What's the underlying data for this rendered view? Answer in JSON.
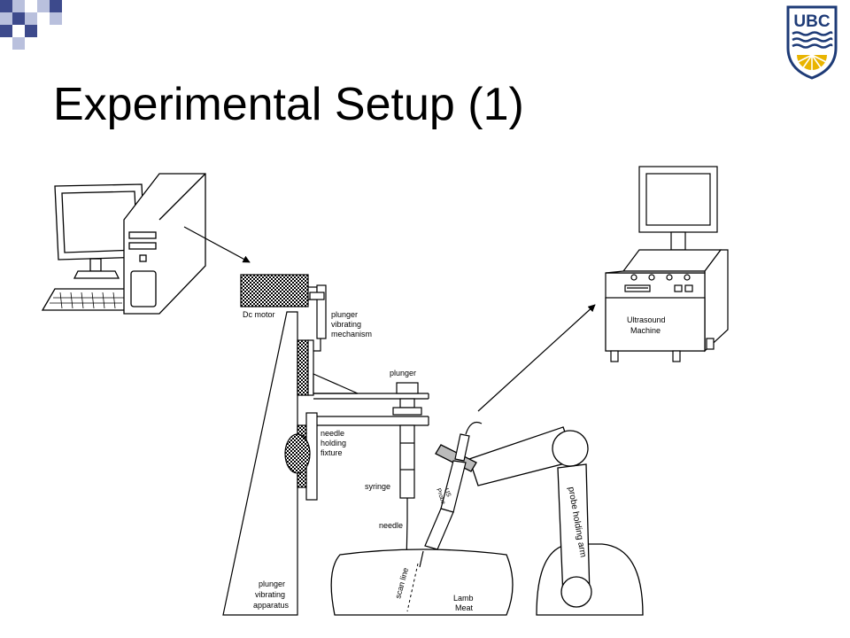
{
  "slide": {
    "title": "Experimental Setup (1)",
    "logo_text": "UBC"
  },
  "colors": {
    "corner_dark": "#3d4a8c",
    "corner_light": "#b9c0dd",
    "logo_blue": "#1e3b77",
    "logo_gold": "#e9b400"
  },
  "diagram": {
    "labels": {
      "dc_motor": "Dc motor",
      "plunger_mech": [
        "plunger",
        "vibrating",
        "mechanism"
      ],
      "plunger": "plunger",
      "needle_fixture": [
        "needle",
        "holding",
        "fixture"
      ],
      "syringe": "syringe",
      "needle": "needle",
      "us_probe": [
        "US",
        "Probe"
      ],
      "probe_arm": "probe holding arm",
      "scan_line": "scan line",
      "lamb_meat": [
        "Lamb",
        "Meat"
      ],
      "apparatus": [
        "plunger",
        "vibrating",
        "apparatus"
      ],
      "ultrasound": [
        "Ultrasound",
        "Machine"
      ]
    }
  }
}
